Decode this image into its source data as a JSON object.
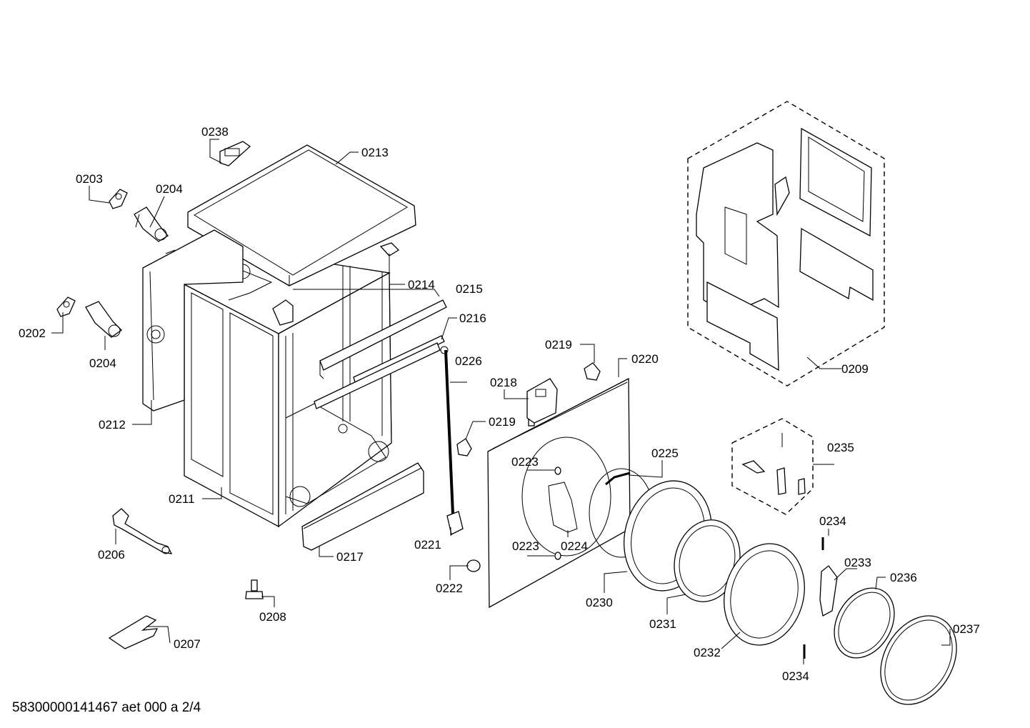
{
  "labels": {
    "l0238": "0238",
    "l0213": "0213",
    "l0203": "0203",
    "l0204a": "0204",
    "l0204b": "0204",
    "l0202": "0202",
    "l0212": "0212",
    "l0214": "0214",
    "l0215": "0215",
    "l0216": "0216",
    "l0226": "0226",
    "l0211": "0211",
    "l0217": "0217",
    "l0206": "0206",
    "l0208": "0208",
    "l0207": "0207",
    "l0219a": "0219",
    "l0219b": "0219",
    "l0220": "0220",
    "l0218": "0218",
    "l0221": "0221",
    "l0222": "0222",
    "l0223a": "0223",
    "l0223b": "0223",
    "l0224": "0224",
    "l0225": "0225",
    "l0230": "0230",
    "l0231": "0231",
    "l0232": "0232",
    "l0209": "0209",
    "l0235": "0235",
    "l0234a": "0234",
    "l0234b": "0234",
    "l0233": "0233",
    "l0236": "0236",
    "l0237": "0237"
  },
  "footer": {
    "code": "58300000141467 aet 000 a 2/4"
  }
}
